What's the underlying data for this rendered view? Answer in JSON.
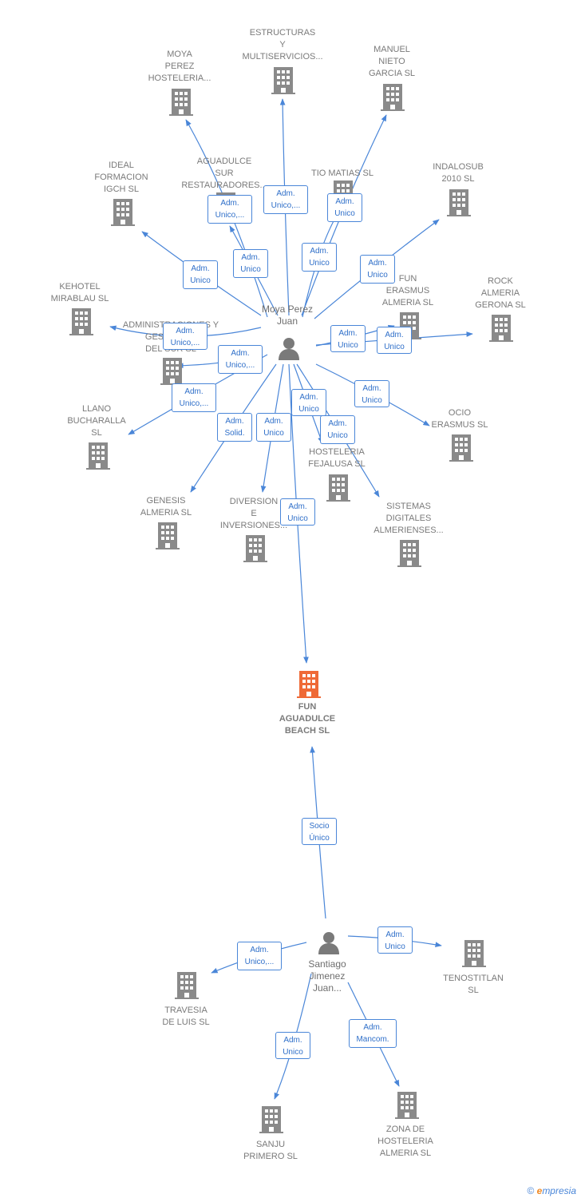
{
  "colors": {
    "edge": "#4a86d8",
    "building": "#8a8a8a",
    "focus_building": "#ef6a37",
    "person": "#7a7a7a",
    "label": "#7a7a7a"
  },
  "persons": [
    {
      "id": "p1",
      "name": "Moya Perez\nJuan",
      "icon": "person-icon"
    },
    {
      "id": "p2",
      "name": "Santiago\nJimenez\nJuan...",
      "icon": "person-icon"
    }
  ],
  "focus_company": {
    "name": "FUN\nAGUADULCE\nBEACH  SL",
    "icon": "building-icon"
  },
  "companies": [
    {
      "id": "moya",
      "name": "MOYA\nPEREZ\nHOSTELERIA..."
    },
    {
      "id": "estructuras",
      "name": "ESTRUCTURAS\nY\nMULTISERVICIOS..."
    },
    {
      "id": "manuel",
      "name": "MANUEL\nNIETO\nGARCIA SL"
    },
    {
      "id": "ideal",
      "name": "IDEAL\nFORMACION\nIGCH  SL"
    },
    {
      "id": "aguadulce",
      "name": "AGUADULCE\nSUR\nRESTAURADORES..."
    },
    {
      "id": "tiomatias",
      "name": "TIO MATIAS SL"
    },
    {
      "id": "indalosub",
      "name": "INDALOSUB\n2010 SL"
    },
    {
      "id": "kehotel",
      "name": "KEHOTEL\nMIRABLAU SL"
    },
    {
      "id": "administraciones",
      "name": "ADMINISTRACIONES Y\nGESTIONES\nDEL SUR  SL"
    },
    {
      "id": "funerasmus",
      "name": "FUN\nERASMUS\nALMERIA  SL"
    },
    {
      "id": "rock",
      "name": "ROCK\nALMERIA\nGERONA  SL"
    },
    {
      "id": "llano",
      "name": "LLANO\nBUCHARALLA\nSL"
    },
    {
      "id": "ocio",
      "name": "OCIO\nERASMUS  SL"
    },
    {
      "id": "hosteleria",
      "name": "HOSTELERIA\nFEJALUSA  SL"
    },
    {
      "id": "genesis",
      "name": "GENESIS\nALMERIA  SL"
    },
    {
      "id": "diversion",
      "name": "DIVERSION\nE\nINVERSIONES..."
    },
    {
      "id": "sistemas",
      "name": "SISTEMAS\nDIGITALES\nALMERIENSES..."
    },
    {
      "id": "tenostitlan",
      "name": "TENOSTITLAN\nSL"
    },
    {
      "id": "travesia",
      "name": "TRAVESIA\nDE LUIS  SL"
    },
    {
      "id": "sanju",
      "name": "SANJU\nPRIMERO  SL"
    },
    {
      "id": "zona",
      "name": "ZONA DE\nHOSTELERIA\nALMERIA SL"
    }
  ],
  "relations": [
    {
      "from": "p1",
      "to": "moya",
      "label": "Adm.\nUnico,..."
    },
    {
      "from": "p1",
      "to": "estructuras",
      "label": "Adm.\nUnico,..."
    },
    {
      "from": "p1",
      "to": "manuel",
      "label": "Adm.\nUnico"
    },
    {
      "from": "p1",
      "to": "ideal",
      "label": "Adm.\nUnico"
    },
    {
      "from": "p1",
      "to": "aguadulce",
      "label": "Adm.\nUnico"
    },
    {
      "from": "p1",
      "to": "tiomatias",
      "label": "Adm.\nUnico"
    },
    {
      "from": "p1",
      "to": "indalosub",
      "label": "Adm.\nUnico"
    },
    {
      "from": "p1",
      "to": "kehotel",
      "label": "Adm.\nUnico,..."
    },
    {
      "from": "p1",
      "to": "administraciones",
      "label": "Adm.\nUnico,..."
    },
    {
      "from": "p1",
      "to": "funerasmus",
      "label": "Adm.\nUnico"
    },
    {
      "from": "p1",
      "to": "rock",
      "label": "Adm.\nUnico"
    },
    {
      "from": "p1",
      "to": "llano",
      "label": "Adm.\nUnico,..."
    },
    {
      "from": "p1",
      "to": "ocio",
      "label": "Adm.\nUnico"
    },
    {
      "from": "p1",
      "to": "hosteleria",
      "label": "Adm.\nUnico"
    },
    {
      "from": "p1",
      "to": "genesis",
      "label": "Adm.\nSolid."
    },
    {
      "from": "p1",
      "to": "diversion",
      "label": "Adm.\nUnico"
    },
    {
      "from": "p1",
      "to": "sistemas",
      "label": "Adm.\nUnico"
    },
    {
      "from": "p1",
      "to": "focus",
      "label": "Adm.\nUnico"
    },
    {
      "from": "p2",
      "to": "focus",
      "label": "Socio\nÚnico"
    },
    {
      "from": "p2",
      "to": "tenostitlan",
      "label": "Adm.\nUnico"
    },
    {
      "from": "p2",
      "to": "travesia",
      "label": "Adm.\nUnico,..."
    },
    {
      "from": "p2",
      "to": "sanju",
      "label": "Adm.\nUnico"
    },
    {
      "from": "p2",
      "to": "zona",
      "label": "Adm.\nMancom."
    }
  ],
  "footer": {
    "copyright_symbol": "©",
    "brand_initial": "e",
    "brand_rest": "mpresia"
  }
}
